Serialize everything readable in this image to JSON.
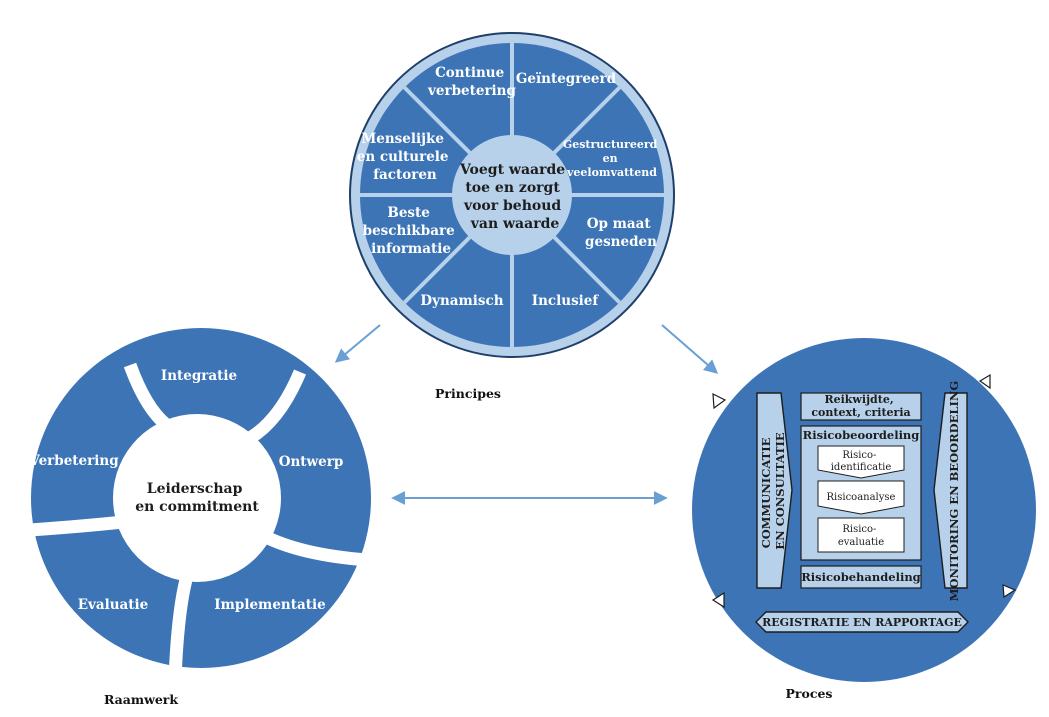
{
  "colors": {
    "primary_blue": "#3c74b6",
    "light_blue": "#b7d1ea",
    "dark_navy": "#1f3f6b",
    "white": "#ffffff"
  },
  "principles": {
    "caption": "Principes",
    "center": [
      "Voegt waarde",
      "toe en zorgt",
      "voor behoud",
      "van waarde"
    ],
    "segments": {
      "continue": [
        "Continue",
        "verbetering"
      ],
      "geintegreerd": [
        "Geïntegreerd"
      ],
      "gestructureerd": [
        "Gestructureerd",
        "en",
        "veelomvattend"
      ],
      "op_maat": [
        "Op maat",
        "gesneden"
      ],
      "inclusief": [
        "Inclusief"
      ],
      "dynamisch": [
        "Dynamisch"
      ],
      "beste": [
        "Beste",
        "beschikbare",
        "informatie"
      ],
      "menselijke": [
        "Menselijke",
        "en culturele",
        "factoren"
      ]
    }
  },
  "framework": {
    "caption": "Raamwerk",
    "center": [
      "Leiderschap",
      "en commitment"
    ],
    "segments": {
      "integratie": "Integratie",
      "ontwerp": "Ontwerp",
      "implementatie": "Implementatie",
      "evaluatie": "Evaluatie",
      "verbetering": "Verbetering"
    }
  },
  "process": {
    "caption": "Proces",
    "communicatie": [
      "COMMUNICATIE",
      "EN CONSULTATIE"
    ],
    "monitoring": "MONITORING EN BEOORDELING",
    "reikwijdte": [
      "Reikwijdte,",
      "context, criteria"
    ],
    "risicobeoordeling": "Risicobeoordeling",
    "identificatie": [
      "Risico-",
      "identificatie"
    ],
    "analyse": "Risicoanalyse",
    "evaluatie": [
      "Risico-",
      "evaluatie"
    ],
    "behandeling": "Risicobehandeling",
    "registratie": "REGISTRATIE EN RAPPORTAGE"
  }
}
